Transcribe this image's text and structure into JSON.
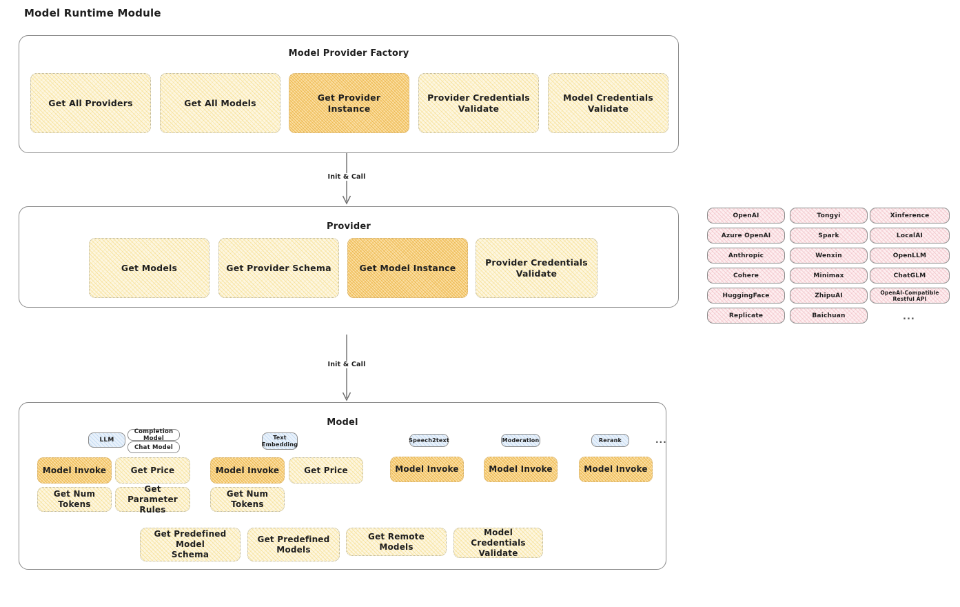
{
  "page": {
    "title": "Model Runtime Module"
  },
  "factory": {
    "title": "Model Provider Factory",
    "methods": [
      {
        "label": "Get All Providers",
        "highlight": false
      },
      {
        "label": "Get All Models",
        "highlight": false
      },
      {
        "label": "Get Provider\nInstance",
        "highlight": true
      },
      {
        "label": "Provider Credentials\nValidate",
        "highlight": false
      },
      {
        "label": "Model Credentials\nValidate",
        "highlight": false
      }
    ]
  },
  "arrows": {
    "factory_to_provider": "Init & Call",
    "provider_to_model": "Init & Call"
  },
  "provider": {
    "title": "Provider",
    "methods": [
      {
        "label": "Get Models",
        "highlight": false
      },
      {
        "label": "Get Provider Schema",
        "highlight": false
      },
      {
        "label": "Get Model Instance",
        "highlight": true
      },
      {
        "label": "Provider Credentials\nValidate",
        "highlight": false
      }
    ]
  },
  "provider_list": {
    "columns": [
      [
        "OpenAI",
        "Azure OpenAI",
        "Anthropic",
        "Cohere",
        "HuggingFace",
        "Replicate"
      ],
      [
        "Tongyi",
        "Spark",
        "Wenxin",
        "Minimax",
        "ZhipuAI",
        "Baichuan"
      ],
      [
        "Xinference",
        "LocalAI",
        "OpenLLM",
        "ChatGLM",
        "OpenAI-Compatible Restful API"
      ]
    ],
    "more": "..."
  },
  "model": {
    "title": "Model",
    "more": "...",
    "types": [
      {
        "name": "LLM",
        "sub_tags": [
          "Completion Model",
          "Chat Model"
        ],
        "methods": [
          {
            "label": "Model Invoke",
            "highlight": true
          },
          {
            "label": "Get Price",
            "highlight": false
          },
          {
            "label": "Get Num Tokens",
            "highlight": false
          },
          {
            "label": "Get Parameter\nRules",
            "highlight": false
          }
        ]
      },
      {
        "name": "Text\nEmbedding",
        "sub_tags": [],
        "methods": [
          {
            "label": "Model Invoke",
            "highlight": true
          },
          {
            "label": "Get Price",
            "highlight": false
          },
          {
            "label": "Get Num Tokens",
            "highlight": false
          }
        ]
      },
      {
        "name": "Speech2text",
        "sub_tags": [],
        "methods": [
          {
            "label": "Model Invoke",
            "highlight": true
          }
        ]
      },
      {
        "name": "Moderation",
        "sub_tags": [],
        "methods": [
          {
            "label": "Model Invoke",
            "highlight": true
          }
        ]
      },
      {
        "name": "Rerank",
        "sub_tags": [],
        "methods": [
          {
            "label": "Model Invoke",
            "highlight": true
          }
        ]
      }
    ],
    "common_methods": [
      "Get Predefined Model\nSchema",
      "Get Predefined\nModels",
      "Get Remote Models",
      "Model Credentials\nValidate"
    ]
  },
  "colors": {
    "fill_light_yellow": "#fdf6e0",
    "fill_dark_yellow": "#fbdfa4",
    "fill_rose": "#fdeef0",
    "fill_blue": "#e8f1fb",
    "stroke": "#8b8b8b",
    "text": "#1e1e1e"
  }
}
